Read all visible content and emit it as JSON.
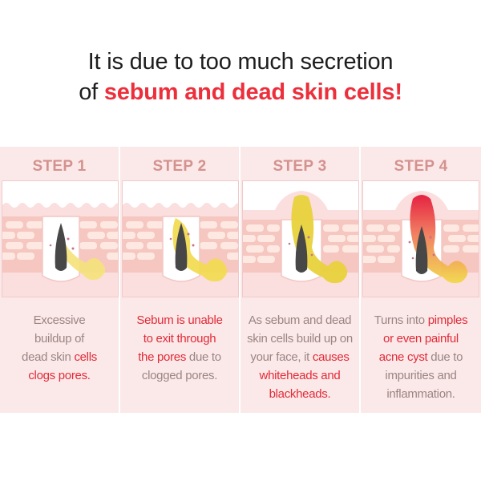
{
  "headline": {
    "line1": "It is due to too much secretion",
    "line2_prefix": "of ",
    "line2_highlight": "sebum and dead skin cells!"
  },
  "colors": {
    "accent_red": "#ec2f3b",
    "panel_bg": "#fbe9e9",
    "step_title": "#d4928f",
    "desc_gray": "#9b8583",
    "skin_pink": "#f7c7c2",
    "sebum_yellow": "#f2d94b",
    "hair_dark": "#4a4a4a"
  },
  "steps": [
    {
      "title": "STEP 1",
      "desc": [
        {
          "t": "Excessive",
          "hl": false
        },
        {
          "t": "buildup of",
          "hl": false
        },
        {
          "t": "dead skin ",
          "hl": false
        },
        {
          "t": "cells",
          "hl": true
        },
        {
          "t": "clogs pores.",
          "hl": true
        }
      ]
    },
    {
      "title": "STEP 2",
      "desc": [
        {
          "t": "Sebum is unable",
          "hl": true
        },
        {
          "t": "to exit through",
          "hl": true
        },
        {
          "t": "the pores",
          "hl": true
        },
        {
          "t": " due to",
          "hl": false
        },
        {
          "t": "clogged pores.",
          "hl": false
        }
      ]
    },
    {
      "title": "STEP 3",
      "desc": [
        {
          "t": "As sebum and dead",
          "hl": false
        },
        {
          "t": "skin cells build up on",
          "hl": false
        },
        {
          "t": "your face, it ",
          "hl": false
        },
        {
          "t": "causes",
          "hl": true
        },
        {
          "t": "whiteheads and",
          "hl": true
        },
        {
          "t": "blackheads.",
          "hl": true
        }
      ]
    },
    {
      "title": "STEP 4",
      "desc": [
        {
          "t": "Turns into ",
          "hl": false
        },
        {
          "t": "pimples",
          "hl": true
        },
        {
          "t": "or even painful",
          "hl": true
        },
        {
          "t": "acne cyst",
          "hl": true
        },
        {
          "t": " due to",
          "hl": false
        },
        {
          "t": "impurities and",
          "hl": false
        },
        {
          "t": "inflammation.",
          "hl": false
        }
      ]
    }
  ]
}
